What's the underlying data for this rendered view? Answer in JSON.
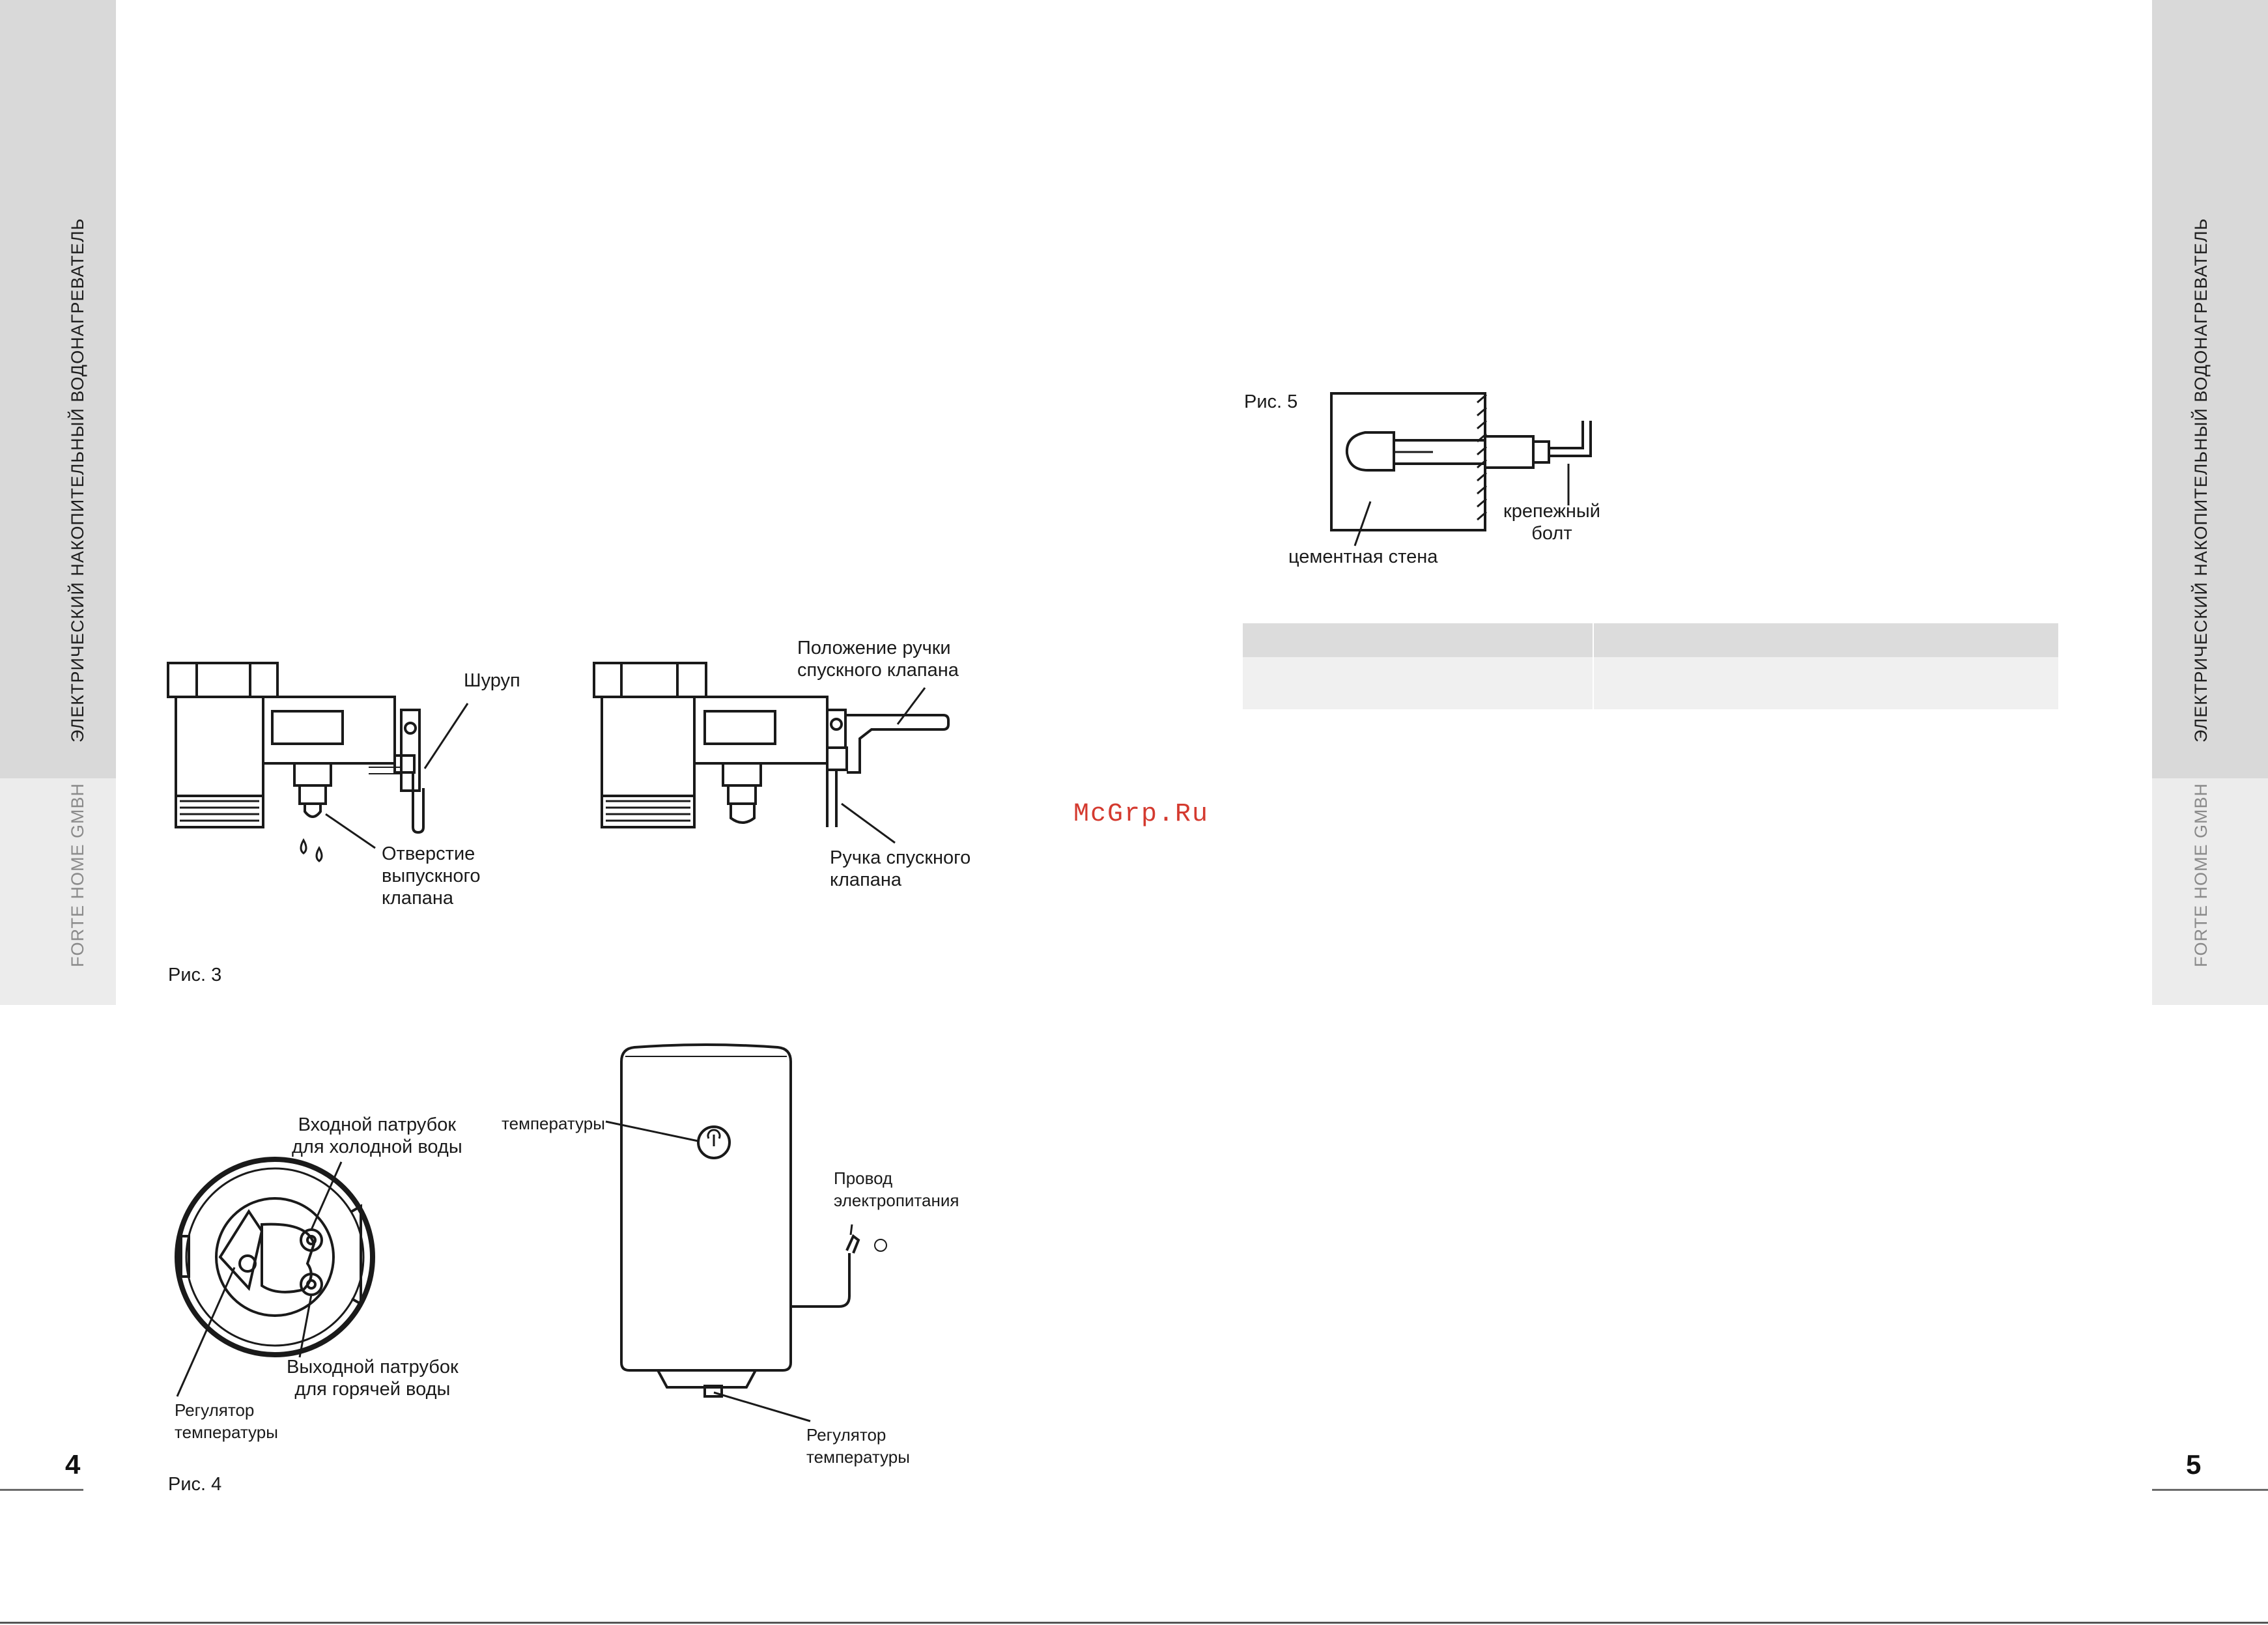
{
  "side": {
    "title": "ЭЛЕКТРИЧЕСКИЙ НАКОПИТЕЛЬНЫЙ ВОДОНАГРЕВАТЕЛЬ",
    "brand": "FORTE HOME GMBH"
  },
  "pages": {
    "left": "4",
    "right": "5"
  },
  "watermark": "McGrp.Ru",
  "fig3": {
    "caption": "Рис. 3",
    "screw": "Шуруп",
    "outlet_hole": "Отверстие\nвыпускного\nклапана",
    "handle_position": "Положение ручки\nспускного клапана",
    "drain_handle": "Ручка спускного\nклапана"
  },
  "fig4": {
    "caption": "Рис. 4",
    "cold_inlet": "Входной патрубок\nдля холодной воды",
    "hot_outlet": "Выходной патрубок\nдля горячей воды",
    "regulator_left": "Регулятор\nтемпературы",
    "thermometer": "температуры",
    "power_cord": "Провод\nэлектропитания",
    "regulator_bottom": "Регулятор\nтемпературы"
  },
  "fig5": {
    "caption": "Рис. 5",
    "bolt": "крепежный\nболт",
    "wall": "цементная стена"
  },
  "colors": {
    "sidebar_dark": "#d9d9d9",
    "sidebar_light": "#ececec",
    "watermark": "#d43a2f"
  }
}
